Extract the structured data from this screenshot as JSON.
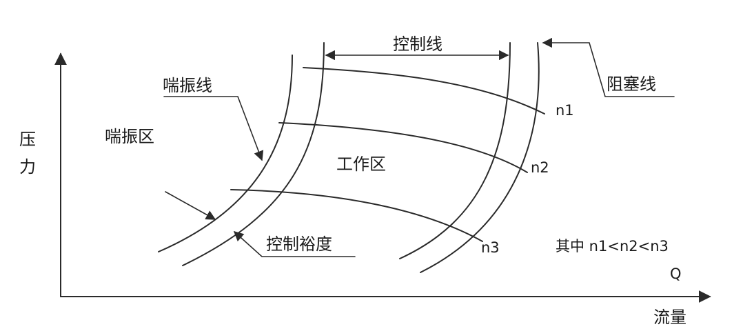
{
  "labels": {
    "y_axis_char1": "压",
    "y_axis_char2": "力",
    "x_axis": "流量",
    "x_axis_symbol": "Q",
    "control_line": "控制线",
    "surge_line": "喘振线",
    "choke_line": "阻塞线",
    "surge_zone": "喘振区",
    "work_zone": "工作区",
    "control_margin": "控制裕度",
    "speed_n1": "n1",
    "speed_n2": "n2",
    "speed_n3": "n3",
    "speed_relation": "其中 n1<n2<n3"
  },
  "colors": {
    "line": "#2a2a2a",
    "text": "#1a1a1a",
    "background": "#ffffff"
  }
}
